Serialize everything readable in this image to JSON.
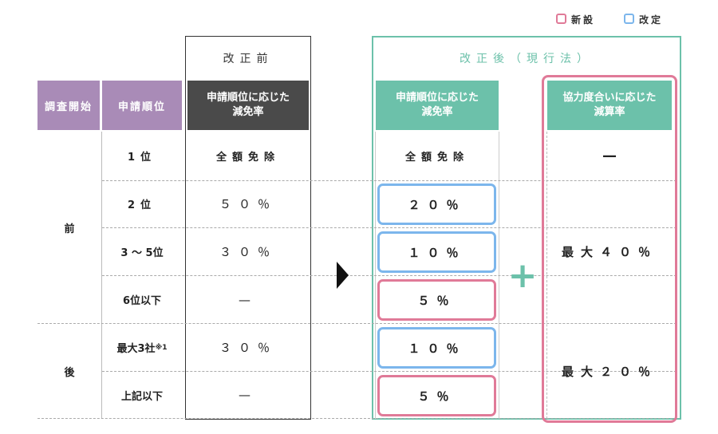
{
  "legend": {
    "new_label": "新設",
    "revised_label": "改定",
    "new_color": "#e07a98",
    "revised_color": "#7cb6ec"
  },
  "groups": {
    "before": "改正前",
    "after": "改正後（現行法）"
  },
  "headers": {
    "survey_start": "調査開始",
    "application_order": "申請順位",
    "old_rate_line1": "申請順位に応じた",
    "old_rate_line2": "減免率",
    "new_rate_line1": "申請順位に応じた",
    "new_rate_line2": "減免率",
    "coop_line1": "協力度合いに応じた",
    "coop_line2": "減算率"
  },
  "periods": {
    "before": "前",
    "after": "後"
  },
  "rows": [
    {
      "order": "1位",
      "old": "全額免除",
      "new": "全額免除"
    },
    {
      "order": "2位",
      "old": "５０％",
      "new": "２０％"
    },
    {
      "order": "3 〜 5位",
      "old": "３０％",
      "new": "１０％"
    },
    {
      "order": "6位以下",
      "old": "—",
      "new": "５％"
    },
    {
      "order": "最大3社",
      "order_note": "※1",
      "old": "３０％",
      "new": "１０％"
    },
    {
      "order": "上記以下",
      "old": "—",
      "new": "５％"
    }
  ],
  "cooperation": {
    "first": "—",
    "before_value": "最大４０％",
    "after_value": "最大２０％"
  },
  "plus_symbol": "+",
  "colors": {
    "purple_header": "#a98bb7",
    "dark_header": "#4a4a4a",
    "green_header": "#6cc1aa",
    "green_frame": "#6cc1aa",
    "pink": "#e07a98",
    "blue": "#7cb6ec"
  }
}
